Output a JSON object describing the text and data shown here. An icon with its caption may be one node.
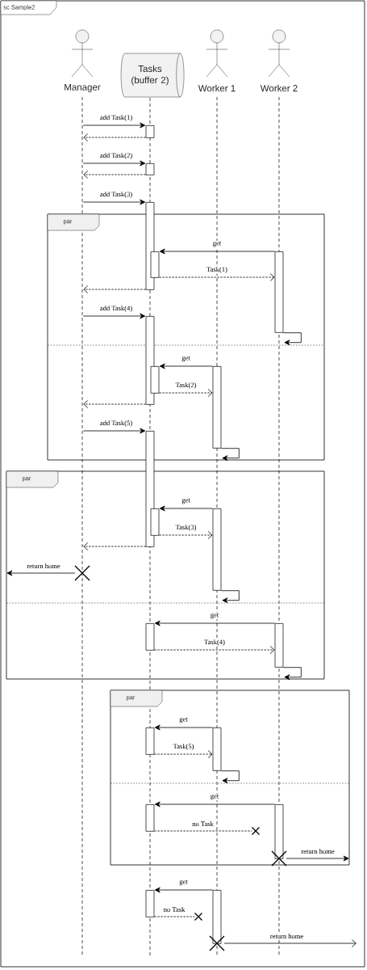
{
  "diagram": {
    "nodes": [
      {
        "text": [
          "sc Sample2"
        ]
      },
      {
        "text": [
          "Manager"
        ],
        "in": 0
      },
      {
        "text": [
          "Tasks (buffer 2)"
        ],
        "in": 0
      },
      {
        "text": [
          "Worker 1"
        ],
        "in": 0
      },
      {
        "text": [
          "Worker 2"
        ],
        "in": 0
      },
      {
        "text": [
          "par"
        ],
        "in": 0
      },
      {
        "text": [
          "par"
        ],
        "in": 0
      },
      {
        "text": [
          "par"
        ],
        "in": 0
      },
      {
        "text": [],
        "shape": "line",
        "in": 0
      },
      {
        "text": [],
        "shape": "line",
        "in": 0
      },
      {
        "text": [],
        "shape": "line",
        "in": 0
      },
      {
        "text": [],
        "shape": "line",
        "in": 0
      },
      {
        "text": [],
        "shape": "bar",
        "in": 0
      },
      {
        "text": [],
        "shape": "bar",
        "in": 0
      },
      {
        "text": [],
        "shape": "bar",
        "in": 0
      },
      {
        "text": [],
        "shape": "bar",
        "in": 5
      },
      {
        "text": [],
        "shape": "bar",
        "in": 5
      },
      {
        "text": [],
        "shape": "bar",
        "in": 5
      },
      {
        "text": [],
        "shape": "bar",
        "in": 5
      },
      {
        "text": [],
        "shape": "bar",
        "in": 5
      },
      {
        "text": [],
        "shape": "bar",
        "in": 0
      },
      {
        "text": [],
        "shape": "bar",
        "in": 6
      },
      {
        "text": [],
        "shape": "bar",
        "in": 6
      },
      {
        "text": [],
        "shape": "bar",
        "in": 6
      },
      {
        "text": [],
        "shape": "bar",
        "in": 6
      },
      {
        "text": [],
        "shape": "bar",
        "in": 7
      },
      {
        "text": [],
        "shape": "bar",
        "in": 7
      },
      {
        "text": [],
        "shape": "bar",
        "in": 7
      },
      {
        "text": [],
        "shape": "bar",
        "in": 7
      },
      {
        "text": [],
        "shape": "bar",
        "in": 0
      },
      {
        "text": [],
        "shape": "bar",
        "in": 0
      },
      {
        "text": [],
        "shape": "cross",
        "in": 7
      },
      {
        "text": [],
        "shape": "cross",
        "in": 0
      },
      {
        "text": [],
        "shape": "cross",
        "in": 6
      },
      {
        "text": [],
        "shape": "cross",
        "in": 7
      },
      {
        "text": [],
        "shape": "cross",
        "in": 0
      }
    ],
    "edges": [
      {
        "from": 8,
        "to": 12,
        "arrow": "to",
        "label": "add Task(1)"
      },
      {
        "from": 12,
        "to": 8,
        "arrow": "to",
        "style": "dashed"
      },
      {
        "from": 8,
        "to": 13,
        "arrow": "to",
        "label": "add Task(2)"
      },
      {
        "from": 13,
        "to": 8,
        "arrow": "to",
        "style": "dashed"
      },
      {
        "from": 8,
        "to": 14,
        "arrow": "to",
        "label": "add Task(3)"
      },
      {
        "from": 16,
        "to": 15,
        "arrow": "to",
        "label": "get"
      },
      {
        "from": 15,
        "to": 16,
        "arrow": "to",
        "style": "dashed",
        "label": "Task(1)"
      },
      {
        "from": 14,
        "to": 8,
        "arrow": "to",
        "style": "dashed"
      },
      {
        "from": 8,
        "to": 17,
        "arrow": "to",
        "label": "add Task(4)"
      },
      {
        "from": 16,
        "to": 16,
        "arrow": "to"
      },
      {
        "from": 19,
        "to": 18,
        "arrow": "to",
        "label": "get"
      },
      {
        "from": 18,
        "to": 19,
        "arrow": "to",
        "style": "dashed",
        "label": "Task(2)"
      },
      {
        "from": 17,
        "to": 8,
        "arrow": "to",
        "style": "dashed"
      },
      {
        "from": 8,
        "to": 20,
        "arrow": "to",
        "label": "add Task(5)"
      },
      {
        "from": 19,
        "to": 19,
        "arrow": "to"
      },
      {
        "from": 22,
        "to": 21,
        "arrow": "to",
        "label": "get"
      },
      {
        "from": 21,
        "to": 22,
        "arrow": "to",
        "style": "dashed",
        "label": "Task(3)"
      },
      {
        "from": 20,
        "to": 8,
        "arrow": "to",
        "style": "dashed"
      },
      {
        "from": 33,
        "to": 6,
        "arrow": "to",
        "label": "return home"
      },
      {
        "from": 22,
        "to": 22,
        "arrow": "to"
      },
      {
        "from": 24,
        "to": 23,
        "arrow": "to",
        "label": "get"
      },
      {
        "from": 23,
        "to": 24,
        "arrow": "to",
        "style": "dashed",
        "label": "Task(4)"
      },
      {
        "from": 24,
        "to": 24,
        "arrow": "to"
      },
      {
        "from": 26,
        "to": 25,
        "arrow": "to",
        "label": "get"
      },
      {
        "from": 25,
        "to": 26,
        "arrow": "to",
        "style": "dashed",
        "label": "Task(5)"
      },
      {
        "from": 26,
        "to": 26,
        "arrow": "to"
      },
      {
        "from": 28,
        "to": 27,
        "arrow": "to",
        "label": "get"
      },
      {
        "from": 27,
        "to": 31,
        "arrow": "none",
        "style": "dashed",
        "label": "no Task"
      },
      {
        "from": 34,
        "to": 7,
        "arrow": "to",
        "label": "return home"
      },
      {
        "from": 30,
        "to": 29,
        "arrow": "to",
        "label": "get"
      },
      {
        "from": 29,
        "to": 32,
        "arrow": "none",
        "style": "dashed",
        "label": "no Task"
      },
      {
        "from": 35,
        "to": null,
        "arrow": "to",
        "label": "return home"
      }
    ]
  }
}
